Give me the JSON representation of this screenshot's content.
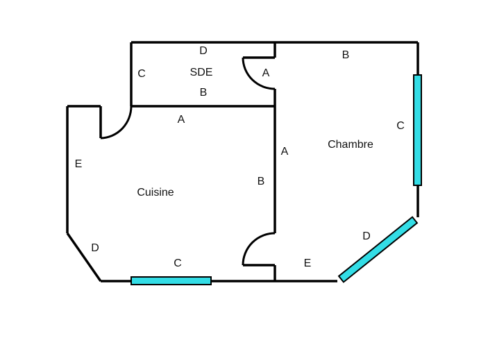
{
  "rooms": {
    "sde": "SDE",
    "cuisine": "Cuisine",
    "chambre": "Chambre"
  },
  "wall_labels": {
    "sde_top": "D",
    "sde_left": "C",
    "sde_bottom": "B",
    "sde_right": "A",
    "cuisine_top": "A",
    "cuisine_left": "E",
    "cuisine_right": "B",
    "cuisine_diag": "D",
    "cuisine_bottom": "C",
    "chambre_top": "B",
    "chambre_left": "A",
    "chambre_right": "C",
    "chambre_diag": "D",
    "chambre_bottom": "E"
  },
  "colors": {
    "wall": "#000000",
    "window": "#33dde6",
    "background": "#ffffff"
  }
}
